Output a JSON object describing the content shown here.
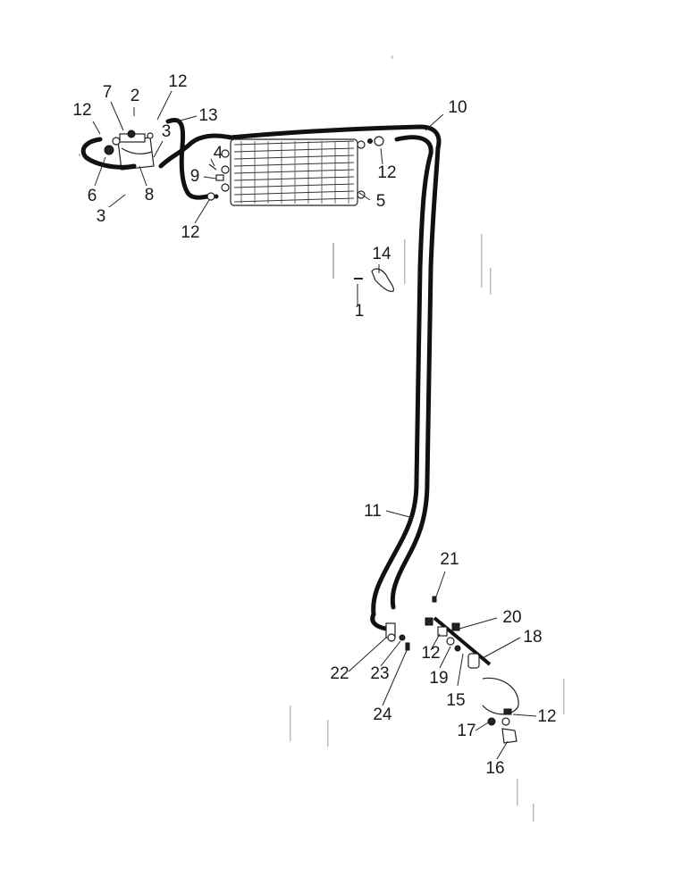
{
  "callouts": [
    {
      "id": "c12a",
      "text": "12"
    },
    {
      "id": "c7",
      "text": "7"
    },
    {
      "id": "c2",
      "text": "2"
    },
    {
      "id": "c12b",
      "text": "12"
    },
    {
      "id": "c13",
      "text": "13"
    },
    {
      "id": "c3a",
      "text": "3"
    },
    {
      "id": "c6",
      "text": "6"
    },
    {
      "id": "c8",
      "text": "8"
    },
    {
      "id": "c3b",
      "text": "3"
    },
    {
      "id": "c4",
      "text": "4"
    },
    {
      "id": "c9",
      "text": "9"
    },
    {
      "id": "c12c",
      "text": "12"
    },
    {
      "id": "c5",
      "text": "5"
    },
    {
      "id": "c10",
      "text": "10"
    },
    {
      "id": "c12d",
      "text": "12"
    },
    {
      "id": "c14",
      "text": "14"
    },
    {
      "id": "c1",
      "text": "1"
    },
    {
      "id": "c11",
      "text": "11"
    },
    {
      "id": "c21",
      "text": "21"
    },
    {
      "id": "c20",
      "text": "20"
    },
    {
      "id": "c18",
      "text": "18"
    },
    {
      "id": "c12e",
      "text": "12"
    },
    {
      "id": "c22",
      "text": "22"
    },
    {
      "id": "c23",
      "text": "23"
    },
    {
      "id": "c19",
      "text": "19"
    },
    {
      "id": "c15",
      "text": "15"
    },
    {
      "id": "c24",
      "text": "24"
    },
    {
      "id": "c12f",
      "text": "12"
    },
    {
      "id": "c17",
      "text": "17"
    },
    {
      "id": "c16",
      "text": "16"
    }
  ]
}
